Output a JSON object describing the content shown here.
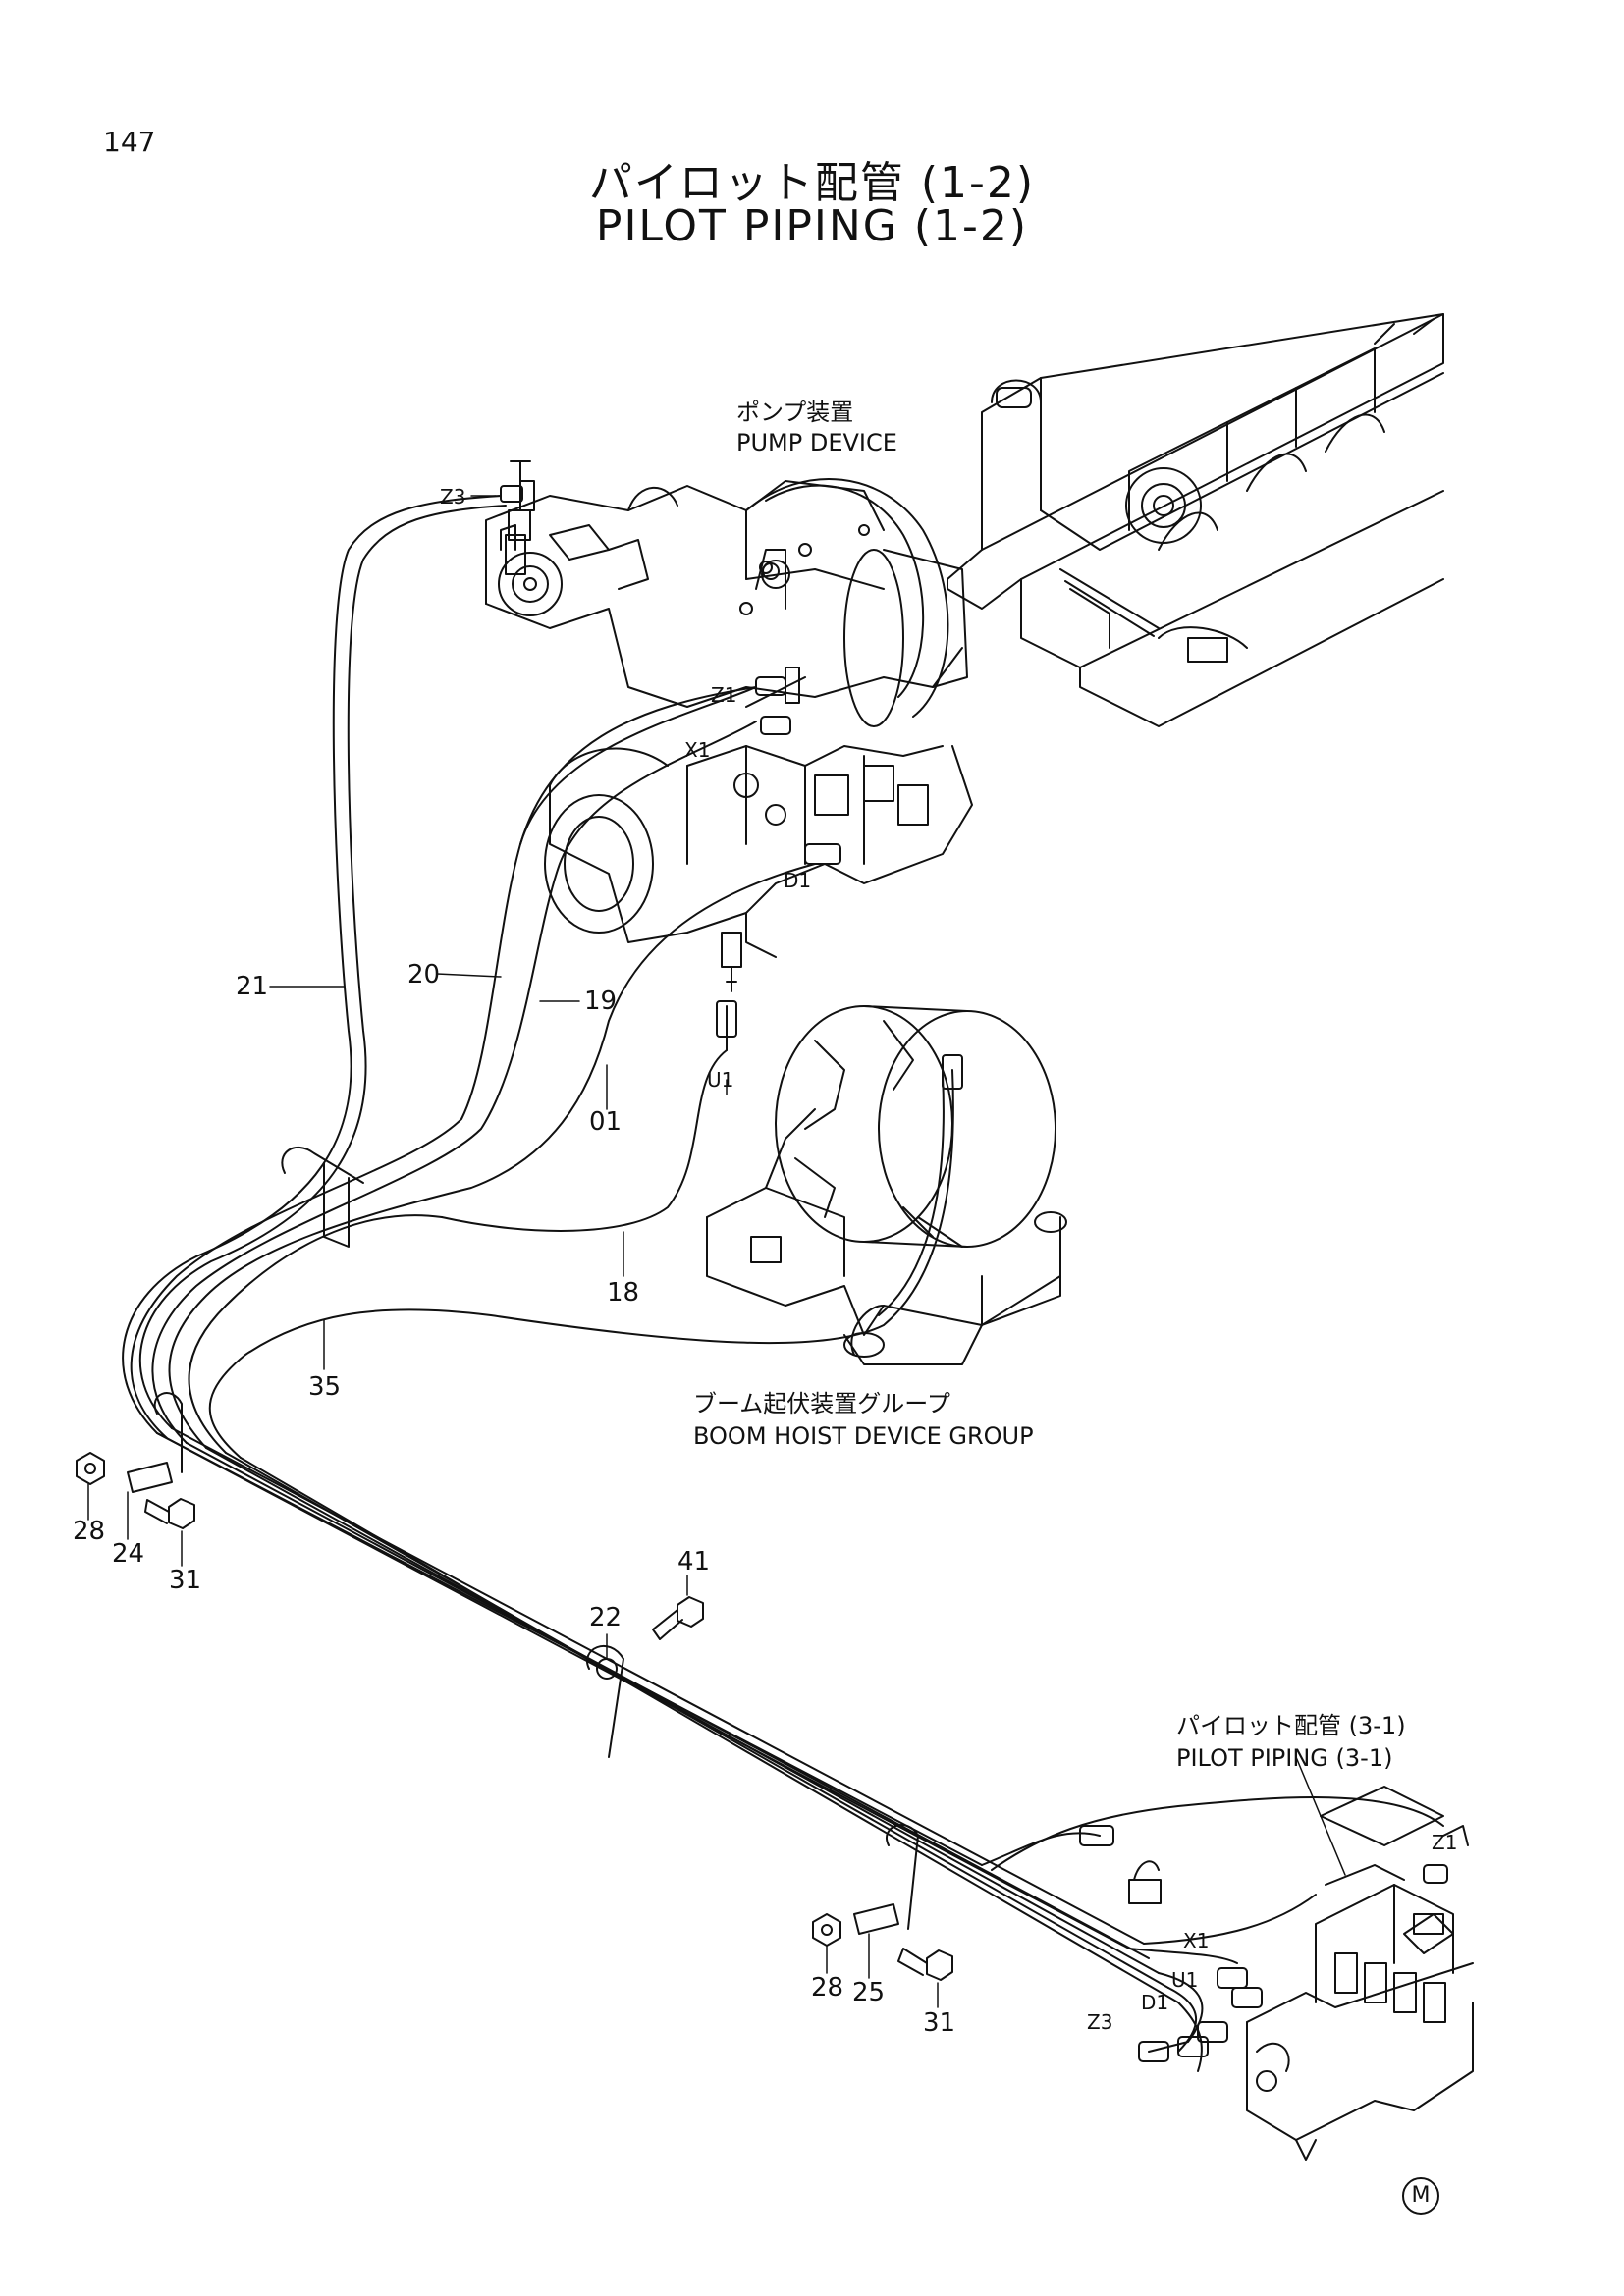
{
  "page": {
    "number": "147",
    "title_jp": "パイロット配管 (1-2)",
    "title_en": "PILOT PIPING (1-2)"
  },
  "labels": {
    "pump_device_jp": "ポンプ装置",
    "pump_device_en": "PUMP DEVICE",
    "boom_jp": "ブーム起伏装置グループ",
    "boom_en": "BOOM HOIST DEVICE GROUP",
    "pilot_ref_jp": "パイロット配管 (3-1)",
    "pilot_ref_en": "PILOT PIPING (3-1)"
  },
  "connections": {
    "z3_top": "Z3",
    "z1_top": "Z1",
    "x1_top": "X1",
    "d1_top": "D1",
    "u1_top": "U1",
    "z1_bottom": "Z1",
    "x1_bottom": "X1",
    "u1_bottom": "U1",
    "d1_bottom": "D1",
    "z3_bottom": "Z3"
  },
  "part_numbers": {
    "p21": "21",
    "p20": "20",
    "p19": "19",
    "p01": "01",
    "p18": "18",
    "p35": "35",
    "p28a": "28",
    "p24": "24",
    "p31a": "31",
    "p41": "41",
    "p22": "22",
    "p28b": "28",
    "p25": "25",
    "p31b": "31"
  },
  "logo": "M",
  "icons": {
    "pump": "hydraulic-pump-icon",
    "engine": "engine-frame-icon",
    "boom": "boom-hoist-device-icon",
    "valve": "pilot-valve-block-icon"
  }
}
